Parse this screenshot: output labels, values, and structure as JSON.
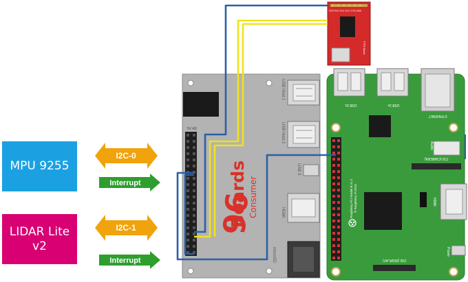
{
  "sensors": {
    "mpu": {
      "label": "MPU 9255",
      "color": "#1ba1e2"
    },
    "lidar": {
      "label": "LIDAR Lite v2",
      "color": "#d80073"
    }
  },
  "arrows": {
    "i2c0": "I2C-0",
    "int0": "Interrupt",
    "i2c1": "I2C-1",
    "int1": "Interrupt",
    "bus_color": "#f0a30a",
    "interrupt_color": "#2e9e2e"
  },
  "boards": {
    "logo_main": "Boards",
    "logo_sub": "Consumer",
    "logo_num": "96",
    "usb_host_1": "USB Host 1",
    "usb_host_2": "USB Host 2",
    "usb_3": "USB 3",
    "hdmi": "HDMI",
    "microsd": "microSD",
    "header_label": "5V  AD"
  },
  "pi": {
    "usb_left": "USB 2x",
    "usb_right": "USB 2x",
    "ethernet": "ETHERNET",
    "audio": "Audio",
    "csi": "CSI (CAMERA)",
    "dsi": "DSI (DISPLAY)",
    "hdmi": "HDMI",
    "power": "Power",
    "model_line1": "Raspberry Pi 3 Model B v1.2",
    "model_line2": "© Raspberry Pi 2015"
  },
  "ftdi": {
    "label": "FTDI Basic",
    "pins": "DTR RXI TXO VCC CTS GND"
  },
  "colors": {
    "wire_blue": "#2a5fa8",
    "wire_yellow": "#f2e21a",
    "board_gray": "#b3b3b3",
    "pi_green": "#3a9b3c",
    "ftdi_red": "#d42a2a"
  }
}
